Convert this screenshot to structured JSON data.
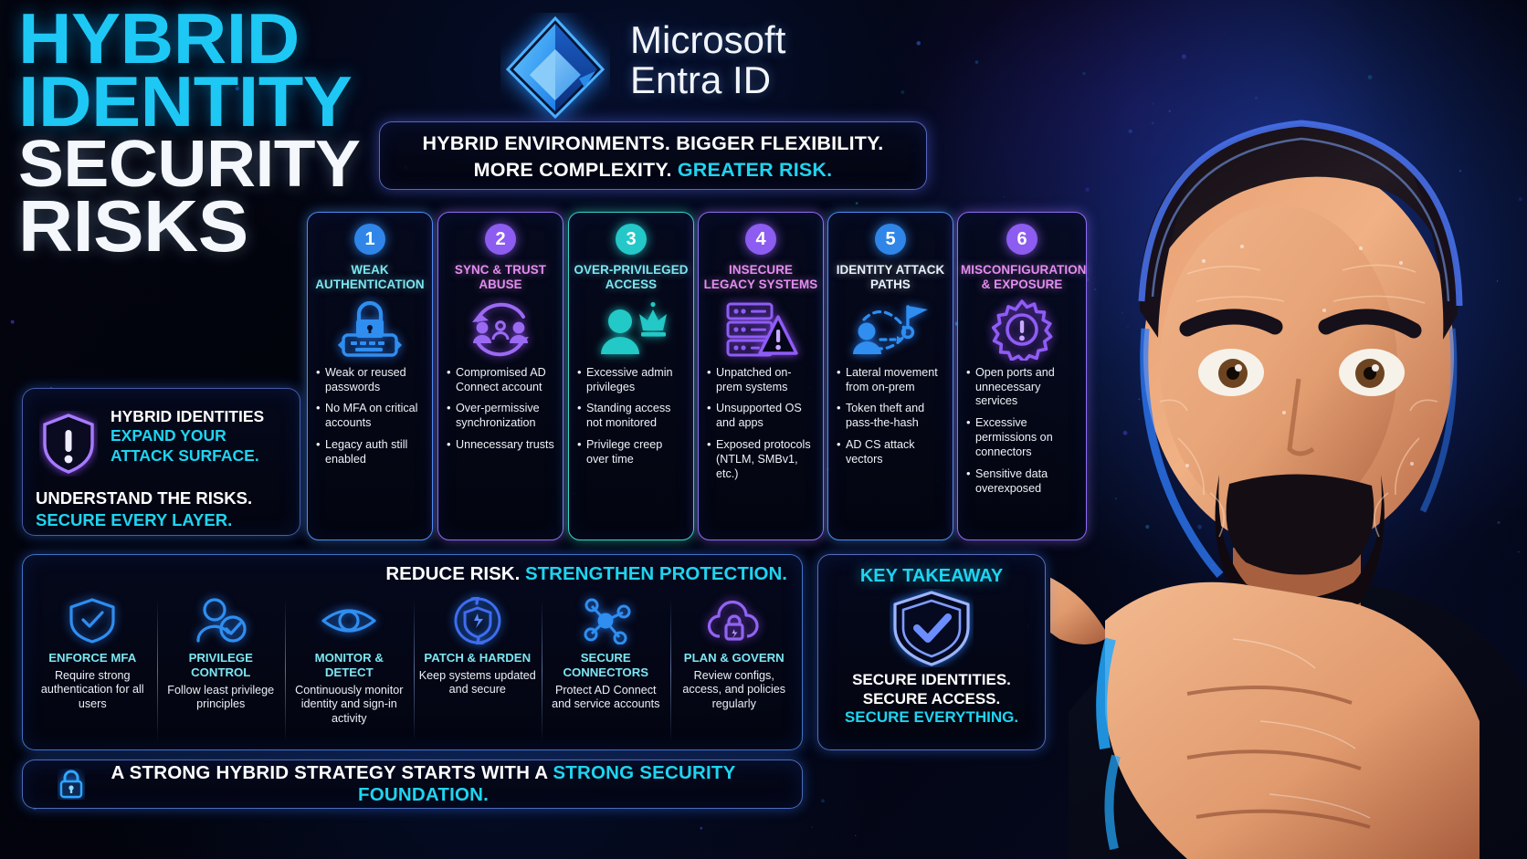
{
  "title": {
    "line1": "HYBRID",
    "line2": "IDENTITY",
    "line3": "SECURITY",
    "line4": "RISKS"
  },
  "brand": {
    "logo_icon": "microsoft-entra-id-logo",
    "line1": "Microsoft",
    "line2": "Entra ID"
  },
  "banner": {
    "line1": "HYBRID ENVIRONMENTS.  BIGGER FLEXIBILITY.",
    "line2a": "MORE COMPLEXITY.  ",
    "line2b": "GREATER RISK."
  },
  "alert": {
    "icon": "shield-exclamation-icon",
    "head1": "HYBRID IDENTITIES",
    "head2": "EXPAND YOUR ATTACK SURFACE.",
    "foot1": "UNDERSTAND THE RISKS.",
    "foot2": "SECURE EVERY LAYER."
  },
  "risks": [
    {
      "num": "1",
      "title": "WEAK AUTHENTICATION",
      "icon": "padlock-keyboard-icon",
      "badge_color": "#2f86e8",
      "title_color": "#7ce6f2",
      "border_color": "#4d8ef0",
      "bullets": [
        "Weak or reused passwords",
        "No MFA on critical accounts",
        "Legacy auth still enabled"
      ]
    },
    {
      "num": "2",
      "title": "SYNC & TRUST ABUSE",
      "icon": "users-sync-icon",
      "badge_color": "#8d5cf0",
      "title_color": "#e38df0",
      "border_color": "#8f6cf2",
      "bullets": [
        "Compromised AD Connect account",
        "Over-permissive synchronization",
        "Unnecessary trusts"
      ]
    },
    {
      "num": "3",
      "title": "OVER-PRIVILEGED ACCESS",
      "icon": "user-crown-icon",
      "badge_color": "#24c8c8",
      "title_color": "#7ce6f2",
      "border_color": "#36d6c6",
      "bullets": [
        "Excessive admin privileges",
        "Standing access not monitored",
        "Privilege creep over time"
      ]
    },
    {
      "num": "4",
      "title": "INSECURE LEGACY SYSTEMS",
      "icon": "server-warning-icon",
      "badge_color": "#8d5cf0",
      "title_color": "#e38df0",
      "border_color": "#8f6cf2",
      "bullets": [
        "Unpatched on-prem systems",
        "Unsupported OS and apps",
        "Exposed protocols (NTLM, SMBv1, etc.)"
      ]
    },
    {
      "num": "5",
      "title": "IDENTITY ATTACK PATHS",
      "icon": "lateral-movement-flag-icon",
      "badge_color": "#2f86e8",
      "title_color": "#e8f2fb",
      "border_color": "#4d8ef0",
      "bullets": [
        "Lateral movement from on-prem",
        "Token theft and pass-the-hash",
        "AD CS attack vectors"
      ]
    },
    {
      "num": "6",
      "title": "MISCONFIGURATION & EXPOSURE",
      "icon": "gear-exclamation-icon",
      "badge_color": "#8d5cf0",
      "title_color": "#e38df0",
      "border_color": "#8f6cf2",
      "bullets": [
        "Open ports and unnecessary services",
        "Excessive permissions on connectors",
        "Sensitive data overexposed"
      ]
    }
  ],
  "mitigation": {
    "head1": "REDUCE RISK. ",
    "head2": "STRENGTHEN PROTECTION.",
    "items": [
      {
        "icon": "shield-check-icon",
        "title": "ENFORCE MFA",
        "desc": "Require strong authentication for all users"
      },
      {
        "icon": "user-check-icon",
        "title": "PRIVILEGE CONTROL",
        "desc": "Follow least privilege principles"
      },
      {
        "icon": "eye-icon",
        "title": "MONITOR & DETECT",
        "desc": "Continuously monitor identity and sign-in activity"
      },
      {
        "icon": "shield-refresh-icon",
        "title": "PATCH & HARDEN",
        "desc": "Keep systems updated and secure"
      },
      {
        "icon": "network-nodes-icon",
        "title": "SECURE CONNECTORS",
        "desc": "Protect AD Connect and service accounts"
      },
      {
        "icon": "cloud-lock-icon",
        "title": "PLAN & GOVERN",
        "desc": "Review configs, access, and policies regularly"
      }
    ]
  },
  "takeaway": {
    "title": "KEY TAKEAWAY",
    "icon": "shield-check-double-icon",
    "line1": "SECURE IDENTITIES.",
    "line2": "SECURE ACCESS.",
    "line3": "SECURE EVERYTHING."
  },
  "strip": {
    "icon": "lock-icon",
    "text_a": "A STRONG HYBRID STRATEGY STARTS WITH A ",
    "text_b": "STRONG SECURITY FOUNDATION."
  },
  "colors": {
    "cyan": "#1fd4f0",
    "blue": "#2f86e8",
    "purple": "#8d5cf0",
    "teal": "#24c8c8",
    "pink": "#e38df0"
  }
}
